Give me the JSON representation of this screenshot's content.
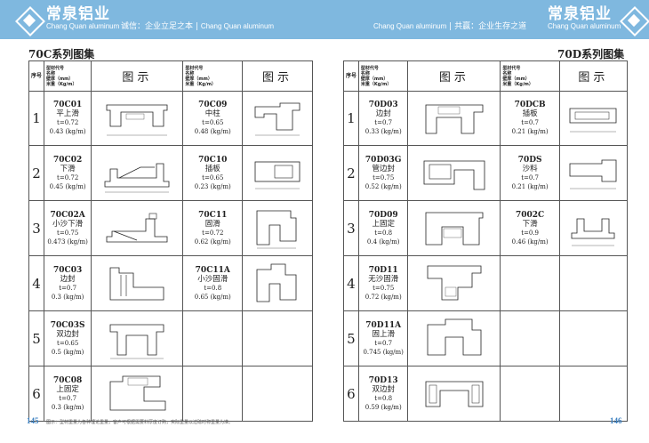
{
  "banner": {
    "left_logo_zh": "常泉铝业",
    "left_logo_en": "Chang Quan aluminum",
    "left_slogan_zh": "诚信：企业立足之本",
    "left_slogan_en": "Chang Quan aluminum",
    "right_slogan_en": "Chang Quan aluminum",
    "right_slogan_zh": "共赢：企业生存之道",
    "right_logo_zh": "常泉铝业",
    "right_logo_en": "Chang Quan aluminum",
    "bg_color": "#7fb8df"
  },
  "left_page": {
    "section_title": "70C系列图集",
    "page_number": "145",
    "footnote": "图示：型材重量为各种理论重量，客户可根据需要料厚度订购，实际重量以过磅时称重量为准。",
    "header": {
      "no_label": "序号",
      "info_lines": [
        "型材代号",
        "名称",
        "壁厚（mm）",
        "米重（Kg/m）"
      ],
      "fig_label": "图示"
    },
    "col_a": [
      {
        "no": "1",
        "code": "70C01",
        "name": "平上滑",
        "t": "t=0.72",
        "w": "0.43 (kg/m)"
      },
      {
        "no": "2",
        "code": "70C02",
        "name": "下滑",
        "t": "t=0.72",
        "w": "0.45 (kg/m)"
      },
      {
        "no": "3",
        "code": "70C02A",
        "name": "小沙下滑",
        "t": "t=0.75",
        "w": "0.473 (kg/m)"
      },
      {
        "no": "4",
        "code": "70C03",
        "name": "边封",
        "t": "t=0.7",
        "w": "0.3 (kg/m)"
      },
      {
        "no": "5",
        "code": "70C03S",
        "name": "双边封",
        "t": "t=0.65",
        "w": "0.5 (kg/m)"
      },
      {
        "no": "6",
        "code": "70C08",
        "name": "上固定",
        "t": "t=0.7",
        "w": "0.3 (kg/m)"
      }
    ],
    "col_b": [
      {
        "code": "70C09",
        "name": "中柱",
        "t": "t=0.65",
        "w": "0.48 (kg/m)"
      },
      {
        "code": "70C10",
        "name": "插板",
        "t": "t=0.65",
        "w": "0.23 (kg/m)"
      },
      {
        "code": "70C11",
        "name": "固滑",
        "t": "t=0.72",
        "w": "0.62 (kg/m)"
      },
      {
        "code": "70C11A",
        "name": "小沙固滑",
        "t": "t=0.8",
        "w": "0.65 (kg/m)"
      },
      {
        "code": "",
        "name": "",
        "t": "",
        "w": ""
      },
      {
        "code": "",
        "name": "",
        "t": "",
        "w": ""
      }
    ]
  },
  "right_page": {
    "section_title": "70D系列图集",
    "page_number": "146",
    "header": {
      "no_label": "序号",
      "info_lines": [
        "型材代号",
        "名称",
        "壁厚（mm）",
        "米重（Kg/m）"
      ],
      "fig_label": "图示"
    },
    "col_a": [
      {
        "no": "1",
        "code": "70D03",
        "name": "边封",
        "t": "t=0.7",
        "w": "0.33 (kg/m)"
      },
      {
        "no": "2",
        "code": "70D03G",
        "name": "管边封",
        "t": "t=0.75",
        "w": "0.52 (kg/m)"
      },
      {
        "no": "3",
        "code": "70D09",
        "name": "上固定",
        "t": "t=0.8",
        "w": "0.4 (kg/m)"
      },
      {
        "no": "4",
        "code": "70D11",
        "name": "无沙固滑",
        "t": "t=0.75",
        "w": "0.72 (kg/m)"
      },
      {
        "no": "5",
        "code": "70D11A",
        "name": "固上滑",
        "t": "t=0.7",
        "w": "0.745 (kg/m)"
      },
      {
        "no": "6",
        "code": "70D13",
        "name": "双边封",
        "t": "t=0.8",
        "w": "0.59 (kg/m)"
      }
    ],
    "col_b": [
      {
        "code": "70DCB",
        "name": "插板",
        "t": "t=0.7",
        "w": "0.21 (kg/m)"
      },
      {
        "code": "70DS",
        "name": "沙料",
        "t": "t=0.7",
        "w": "0.21 (kg/m)"
      },
      {
        "code": "7002C",
        "name": "下滑",
        "t": "t=0.9",
        "w": "0.46 (kg/m)"
      },
      {
        "code": "",
        "name": "",
        "t": "",
        "w": ""
      },
      {
        "code": "",
        "name": "",
        "t": "",
        "w": ""
      },
      {
        "code": "",
        "name": "",
        "t": "",
        "w": ""
      }
    ]
  }
}
